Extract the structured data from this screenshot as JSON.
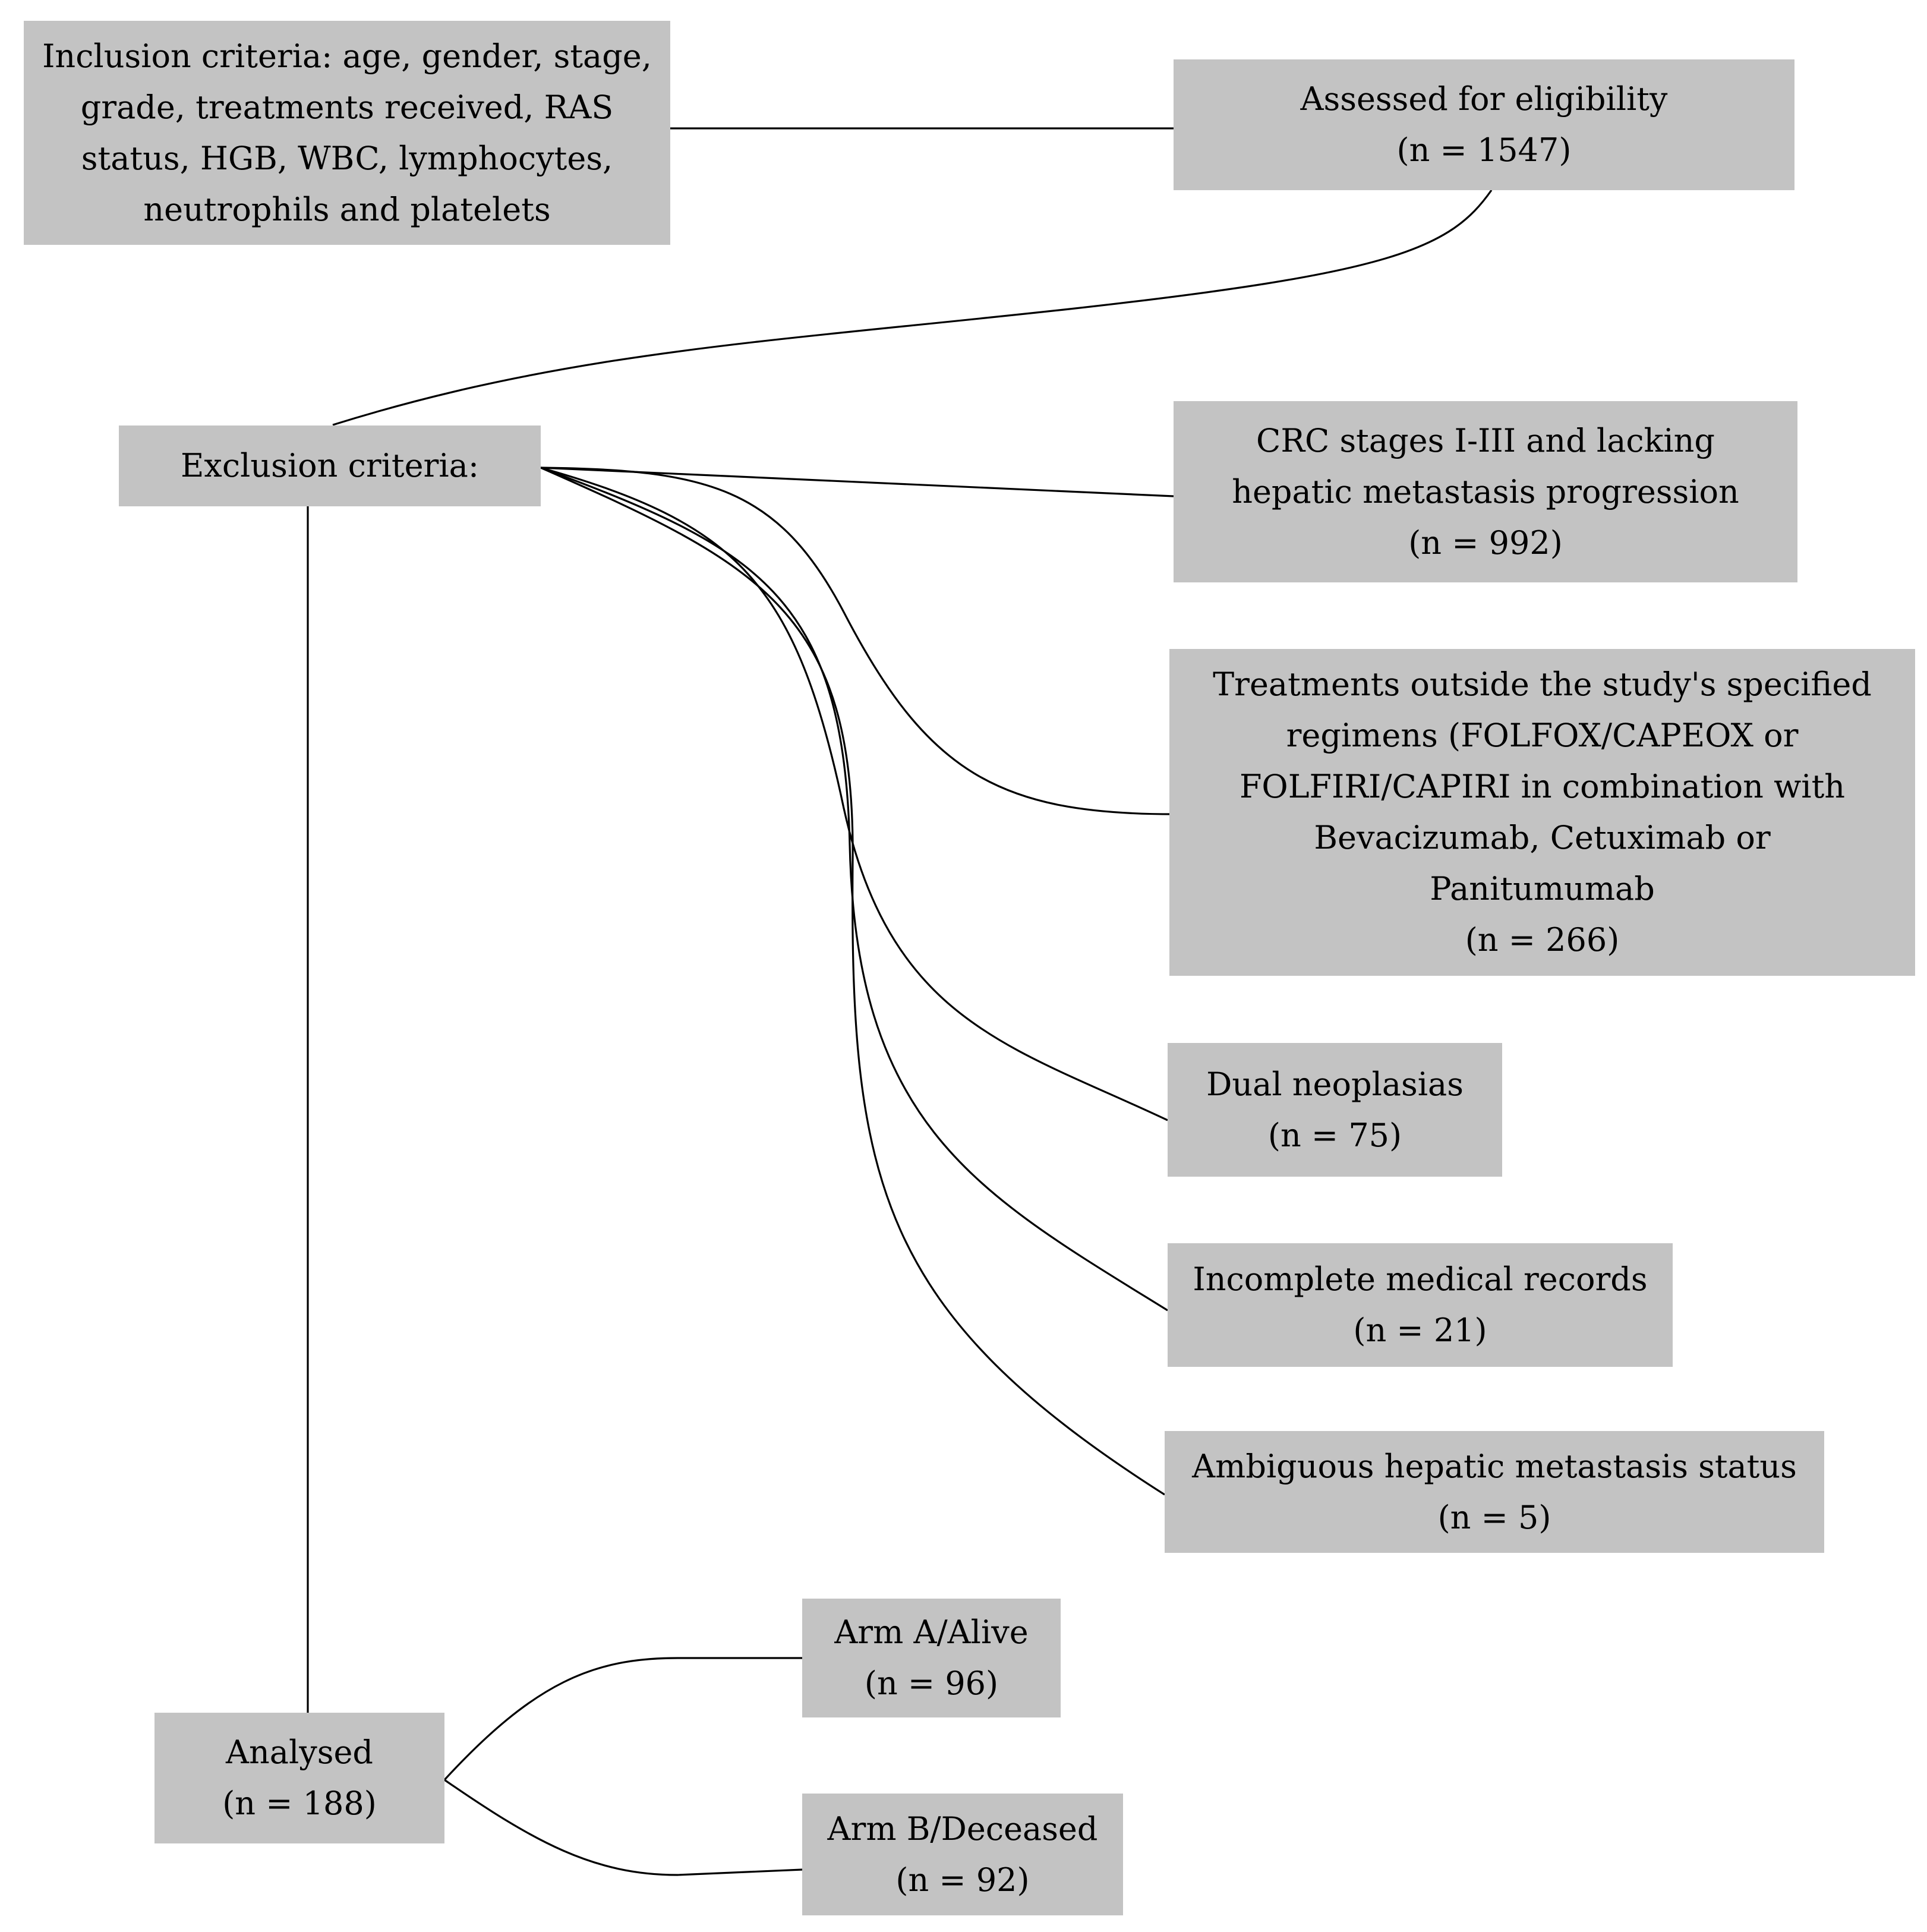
{
  "flowchart": {
    "inclusion": {
      "lines": [
        "Inclusion criteria: age, gender, stage,",
        "grade, treatments received, RAS",
        "status, HGB, WBC, lymphocytes,",
        "neutrophils and platelets"
      ]
    },
    "assessed": {
      "label": "Assessed for eligibility",
      "count": "(n = 1547)"
    },
    "exclusion": {
      "label": "Exclusion criteria:"
    },
    "excl_crc": {
      "lines": [
        "CRC stages I-III and lacking",
        "hepatic metastasis progression"
      ],
      "count": "(n = 992)"
    },
    "excl_treatments": {
      "lines": [
        "Treatments outside the study's specified",
        "regimens (FOLFOX/CAPEOX or",
        "FOLFIRI/CAPIRI in combination with",
        "Bevacizumab, Cetuximab or",
        "Panitumumab"
      ],
      "count": "(n = 266)"
    },
    "excl_dual": {
      "label": "Dual neoplasias",
      "count": "(n = 75)"
    },
    "excl_incomplete": {
      "label": "Incomplete medical records",
      "count": "(n = 21)"
    },
    "excl_ambiguous": {
      "label": "Ambiguous hepatic metastasis status",
      "count": "(n = 5)"
    },
    "analysed": {
      "label": "Analysed",
      "count": "(n = 188)"
    },
    "arm_a": {
      "label": "Arm A/Alive",
      "count": "(n = 96)"
    },
    "arm_b": {
      "label": "Arm B/Deceased",
      "count": "(n = 92)"
    }
  }
}
